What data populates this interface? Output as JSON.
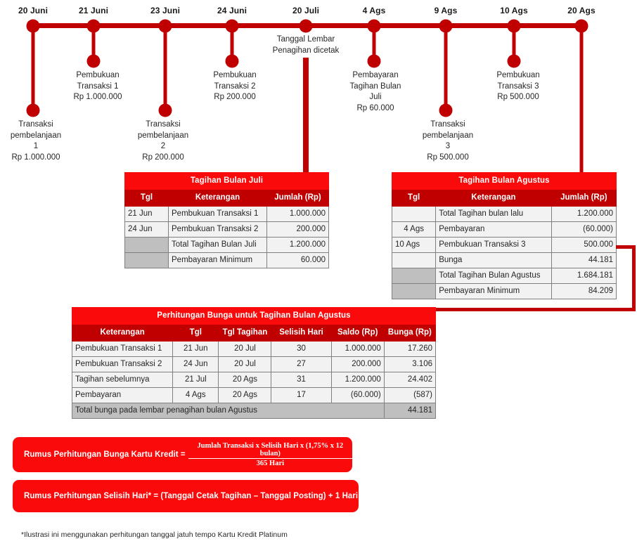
{
  "timeline": {
    "dates": [
      "20 Juni",
      "21 Juni",
      "23 Juni",
      "24 Juni",
      "20 Juli",
      "4 Ags",
      "9 Ags",
      "10 Ags",
      "20 Ags"
    ],
    "events": [
      {
        "caption": "Transaksi\npembelanjaan\n1\nRp 1.000.000"
      },
      {
        "caption": "Pembukuan\nTransaksi 1\nRp 1.000.000"
      },
      {
        "caption": "Transaksi\npembelanjaan\n2\nRp 200.000"
      },
      {
        "caption": "Pembukuan\nTransaksi 2\nRp 200.000"
      },
      {
        "caption": "Tanggal Lembar\nPenagihan dicetak"
      },
      {
        "caption": "Pembayaran\nTagihan Bulan\nJuli\nRp 60.000"
      },
      {
        "caption": "Transaksi\npembelanjaan\n3\nRp 500.000"
      },
      {
        "caption": "Pembukuan\nTransaksi 3\nRp 500.000"
      },
      {
        "caption": ""
      }
    ]
  },
  "tables": {
    "juli": {
      "title": "Tagihan Bulan Juli",
      "columns": [
        "Tgl",
        "Keterangan",
        "Jumlah (Rp)"
      ],
      "rows": [
        {
          "tgl": "21 Jun",
          "keterangan": "Pembukuan Transaksi 1",
          "jumlah": "1.000.000",
          "tgl_gray": false
        },
        {
          "tgl": "24 Jun",
          "keterangan": "Pembukuan Transaksi 2",
          "jumlah": "200.000",
          "tgl_gray": false
        },
        {
          "tgl": "",
          "keterangan": "Total Tagihan Bulan Juli",
          "jumlah": "1.200.000",
          "tgl_gray": true
        },
        {
          "tgl": "",
          "keterangan": "Pembayaran Minimum",
          "jumlah": "60.000",
          "tgl_gray": true
        }
      ]
    },
    "agustus": {
      "title": "Tagihan Bulan Agustus",
      "columns": [
        "Tgl",
        "Keterangan",
        "Jumlah (Rp)"
      ],
      "rows": [
        {
          "tgl": "",
          "keterangan": "Total Tagihan bulan lalu",
          "jumlah": "1.200.000",
          "tgl_gray": false
        },
        {
          "tgl": "4 Ags",
          "keterangan": "Pembayaran",
          "jumlah": "(60.000)",
          "tgl_gray": false
        },
        {
          "tgl": "10 Ags",
          "keterangan": "Pembukuan Transaksi 3",
          "jumlah": "500.000",
          "tgl_gray": false
        },
        {
          "tgl": "",
          "keterangan": "Bunga",
          "jumlah": "44.181",
          "tgl_gray": false
        },
        {
          "tgl": "",
          "keterangan": "Total Tagihan Bulan Agustus",
          "jumlah": "1.684.181",
          "tgl_gray": true
        },
        {
          "tgl": "",
          "keterangan": "Pembayaran Minimum",
          "jumlah": "84.209",
          "tgl_gray": true
        }
      ]
    },
    "bunga": {
      "title": "Perhitungan Bunga untuk Tagihan Bulan Agustus",
      "columns": [
        "Keterangan",
        "Tgl",
        "Tgl Tagihan",
        "Selisih Hari",
        "Saldo (Rp)",
        "Bunga (Rp)"
      ],
      "rows": [
        {
          "keterangan": "Pembukuan Transaksi 1",
          "tgl": "21 Jun",
          "tgl_tagihan": "20 Jul",
          "selisih_hari": "30",
          "saldo": "1.000.000",
          "bunga": "17.260"
        },
        {
          "keterangan": "Pembukuan Transaksi 2",
          "tgl": "24 Jun",
          "tgl_tagihan": "20 Jul",
          "selisih_hari": "27",
          "saldo": "200.000",
          "bunga": "3.106"
        },
        {
          "keterangan": "Tagihan sebelumnya",
          "tgl": "21 Jul",
          "tgl_tagihan": "20 Ags",
          "selisih_hari": "31",
          "saldo": "1.200.000",
          "bunga": "24.402"
        },
        {
          "keterangan": "Pembayaran",
          "tgl": "4 Ags",
          "tgl_tagihan": "20 Ags",
          "selisih_hari": "17",
          "saldo": "(60.000)",
          "bunga": "(587)"
        }
      ],
      "total_label": "Total bunga pada lembar penagihan bulan Agustus",
      "total_value": "44.181"
    }
  },
  "formulas": {
    "bunga": {
      "label": "Rumus Perhitungan Bunga Kartu Kredit =",
      "numerator": "Jumlah Transaksi x Selisih Hari x (1,75% x 12 bulan)",
      "denominator": "365 Hari"
    },
    "selisih": {
      "text": "Rumus Perhitungan Selisih Hari* = (Tanggal Cetak Tagihan – Tanggal Posting) + 1 Hari"
    }
  },
  "footnote": "*Ilustrasi ini menggunakan perhitungan tanggal jatuh tempo Kartu Kredit Platinum",
  "colors": {
    "bright_red": "#FA0A0A",
    "dark_red": "#C00000",
    "row_bg": "#F2F2F2",
    "gray_cell": "#BFBFBF",
    "border": "#808080"
  }
}
